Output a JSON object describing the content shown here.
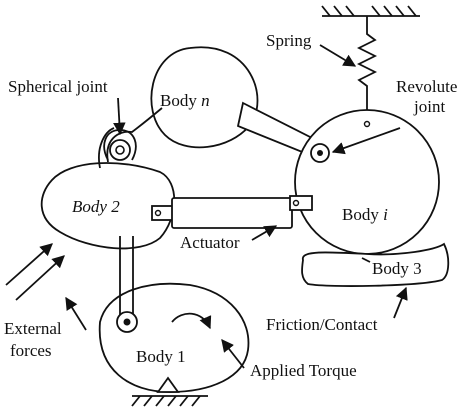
{
  "labels": {
    "spring": "Spring",
    "revolute_line1": "Revolute",
    "revolute_line2": "joint",
    "spherical_joint": "Spherical joint",
    "body_n_text": "Body",
    "body_n_var": "n",
    "body_2_text": "Body",
    "body_2_var": "2",
    "body_i_text": "Body",
    "body_i_var": "i",
    "body_3": "Body 3",
    "body_1": "Body 1",
    "actuator": "Actuator",
    "external_line1": "External",
    "external_line2": "forces",
    "friction_contact": "Friction/Contact",
    "applied_torque": "Applied Torque"
  },
  "colors": {
    "line": "#111111",
    "background": "#ffffff"
  }
}
